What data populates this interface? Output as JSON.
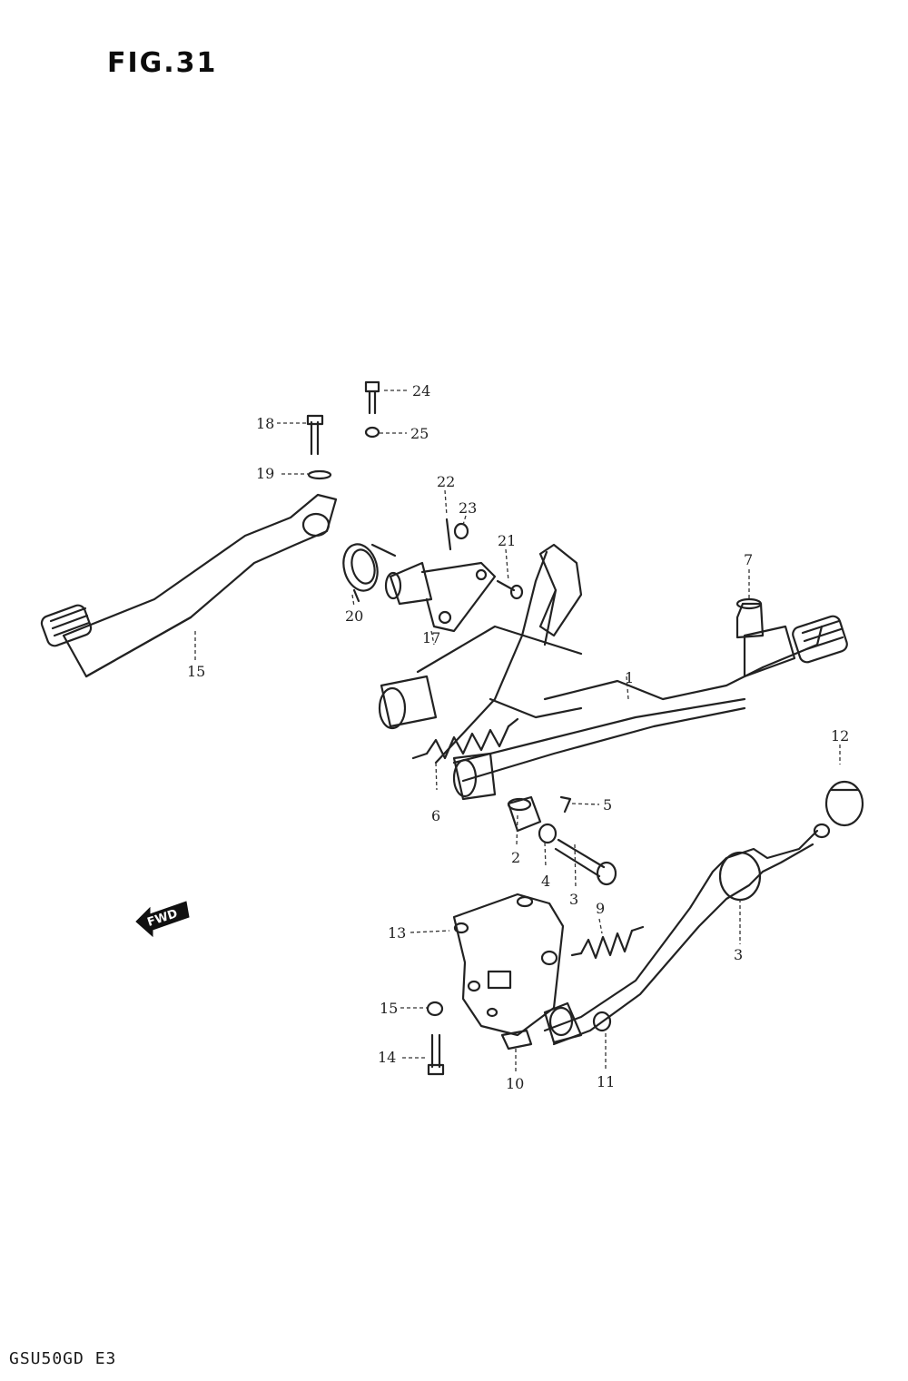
{
  "figure": {
    "title": "FIG.31",
    "model_code": "GSU50GD E3",
    "fwd_label": "FWD"
  },
  "callouts": [
    "1",
    "2",
    "3",
    "3",
    "4",
    "5",
    "6",
    "7",
    "9",
    "10",
    "11",
    "12",
    "13",
    "14",
    "15",
    "15",
    "17",
    "18",
    "19",
    "20",
    "21",
    "22",
    "23",
    "24",
    "25"
  ]
}
